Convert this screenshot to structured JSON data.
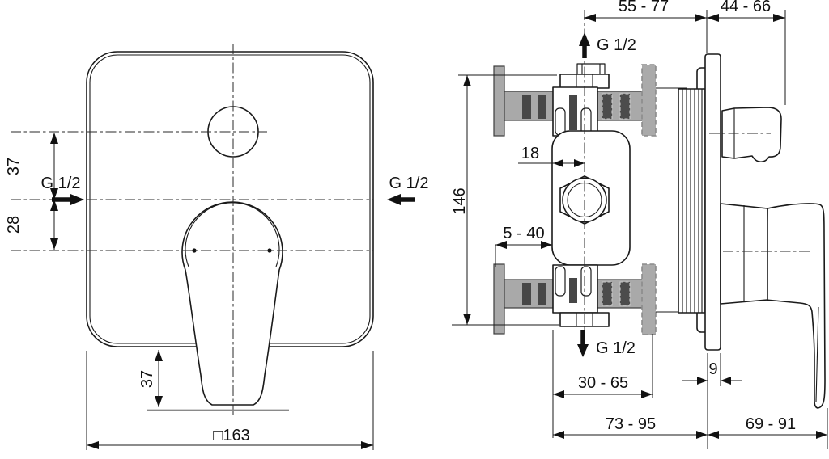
{
  "drawing": {
    "kind": "concealed single-lever bath/shower mixer installation drawing",
    "views": [
      "front",
      "side-section"
    ]
  },
  "front_view": {
    "dim_offset_upper": "37",
    "dim_offset_lower": "28",
    "inlet_left": "G 1/2",
    "inlet_right": "G 1/2",
    "dim_lever_drop": "37",
    "dim_plate_width": "□163"
  },
  "side_view": {
    "dim_wall_to_center": "55 - 77",
    "dim_center_to_handle": "44 - 66",
    "port_top": "G 1/2",
    "dim_cartridge_offset": "18",
    "dim_port_spacing": "146",
    "dim_embed_depth": "5 - 40",
    "port_bottom": "G 1/2",
    "dim_rough_in": "30 - 65",
    "dim_plate_thickness": "9",
    "dim_body_depth": "73 - 95",
    "dim_handle_projection": "69 - 91"
  },
  "colors": {
    "line": "#1a1a1a",
    "pipe_gray": "#a9a9a9",
    "bar_dark": "#474747",
    "dashed_alt_gray": "#8b8b8b",
    "background": "#ffffff",
    "dim_text": "#111111"
  }
}
